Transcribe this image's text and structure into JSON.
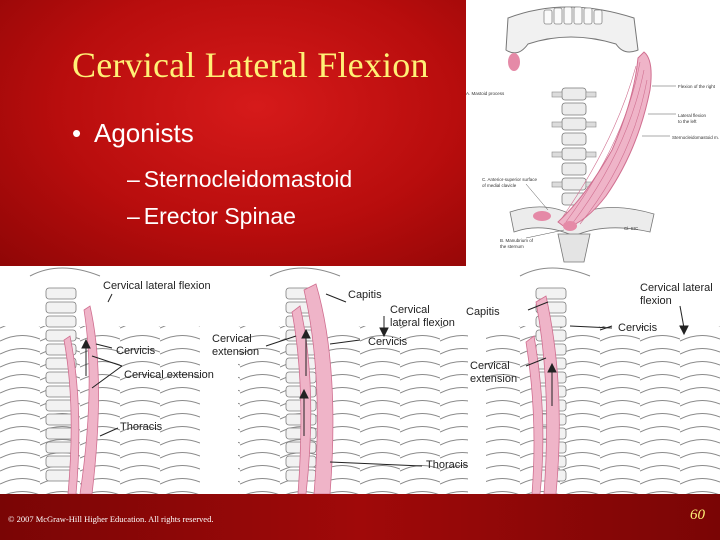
{
  "slide": {
    "title": "Cervical Lateral Flexion",
    "bullet": "Agonists",
    "sub_items": [
      "Sternocleidomastoid",
      "Erector Spinae"
    ],
    "copyright": "© 2007 McGraw-Hill Higher Education. All rights reserved.",
    "page_number": "60"
  },
  "figure_top": {
    "labels": {
      "mastoid": "A. Mastoid process",
      "flexion": "Flexion of the right",
      "lateral": "Lateral flexion",
      "side": "to the left",
      "muscle": "Sternocleidomastoid m.",
      "clavicle_a": "C. Anterior-superior surface",
      "clavicle_b": "of medial clavicle",
      "sternum_a": "B. Manubrium of",
      "sternum_b": "the sternum",
      "credit": "Cl. SIC"
    }
  },
  "figure_bottom": {
    "panel1": {
      "flexion": "Cervical lateral flexion",
      "cervicis": "Cervicis",
      "extension": "Cervical extension",
      "thoracis": "Thoracis"
    },
    "panel2": {
      "capitis": "Capitis",
      "flexion_a": "Cervical",
      "flexion_b": "lateral flexion",
      "extension_a": "Cervical",
      "extension_b": "extension",
      "cervicis": "Cervicis",
      "thoracis": "Thoracis"
    },
    "panel3": {
      "flexion_a": "Cervical lateral",
      "flexion_b": "flexion",
      "capitis": "Capitis",
      "cervicis": "Cervicis",
      "extension_a": "Cervical",
      "extension_b": "extension"
    }
  },
  "colors": {
    "title": "#fff176",
    "panel": "#b80d0d",
    "footer": "#8f0707",
    "muscle": "#e8a0b8"
  }
}
